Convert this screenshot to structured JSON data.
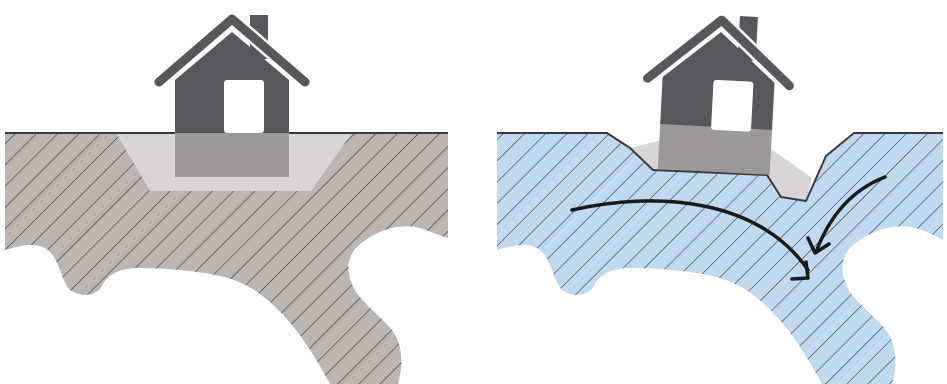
{
  "diagram": {
    "panels": [
      {
        "id": "dry-ground",
        "state": "dry",
        "soil_color": "#bcb6b3",
        "house_color": "#58575b",
        "settled": false
      },
      {
        "id": "saturated-ground",
        "state": "saturated",
        "soil_color": "#bfd9f0",
        "house_color": "#58575b",
        "settled": true,
        "tilted": true,
        "flow_arrows": [
          {
            "name": "lateral-flow-arrow",
            "direction": "down-right"
          },
          {
            "name": "infiltration-arrow",
            "direction": "down-left"
          }
        ]
      }
    ],
    "colors": {
      "hatch": "#2a2a2e",
      "foundation_fill": "#d7d5d6",
      "foundation_wall": "#9a9899",
      "ground_line": "#3a3a3c",
      "arrow": "#1a1a1a"
    },
    "icons": [
      "house-icon",
      "house-icon"
    ]
  }
}
